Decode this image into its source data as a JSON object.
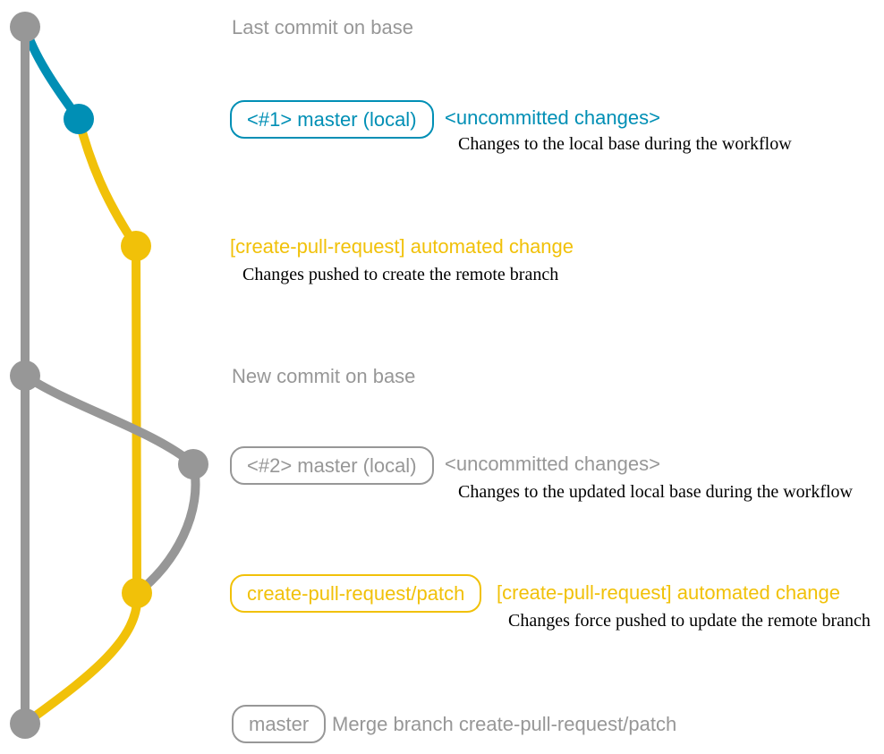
{
  "colors": {
    "base_gray": "#979797",
    "local_branch_teal": "#008fb5",
    "patch_branch_yellow": "#f1c109",
    "description_text": "#000000",
    "background": "#ffffff"
  },
  "captions": {
    "last_commit_on_base": "Last commit on base",
    "new_commit_on_base": "New commit on base"
  },
  "rows": {
    "local_1": {
      "tag": "<#1> master (local)",
      "message": "<uncommitted changes>",
      "description": "Changes to the local base during the workflow"
    },
    "patch_1": {
      "message": "[create-pull-request] automated change",
      "description": "Changes pushed to create the remote branch"
    },
    "local_2": {
      "tag": "<#2> master (local)",
      "message": "<uncommitted changes>",
      "description": "Changes to the updated local base during the workflow"
    },
    "patch_2": {
      "tag": "create-pull-request/patch",
      "message": "[create-pull-request] automated change",
      "description": "Changes force pushed to update the remote branch"
    },
    "merge": {
      "tag": "master",
      "message": "Merge branch create-pull-request/patch"
    }
  },
  "graph": {
    "branches": [
      {
        "name": "base",
        "color": "#979797"
      },
      {
        "name": "master (local)",
        "color": "#008fb5"
      },
      {
        "name": "create-pull-request/patch",
        "color": "#f1c109"
      }
    ],
    "commits": [
      {
        "label": "Last commit on base",
        "branch": "base"
      },
      {
        "label": "<uncommitted changes> (#1)",
        "branch": "master (local)"
      },
      {
        "label": "[create-pull-request] automated change (push)",
        "branch": "create-pull-request/patch"
      },
      {
        "label": "New commit on base",
        "branch": "base"
      },
      {
        "label": "<uncommitted changes> (#2)",
        "branch": "master (local)"
      },
      {
        "label": "[create-pull-request] automated change (force push)",
        "branch": "create-pull-request/patch"
      },
      {
        "label": "Merge branch create-pull-request/patch",
        "branch": "base"
      }
    ]
  }
}
